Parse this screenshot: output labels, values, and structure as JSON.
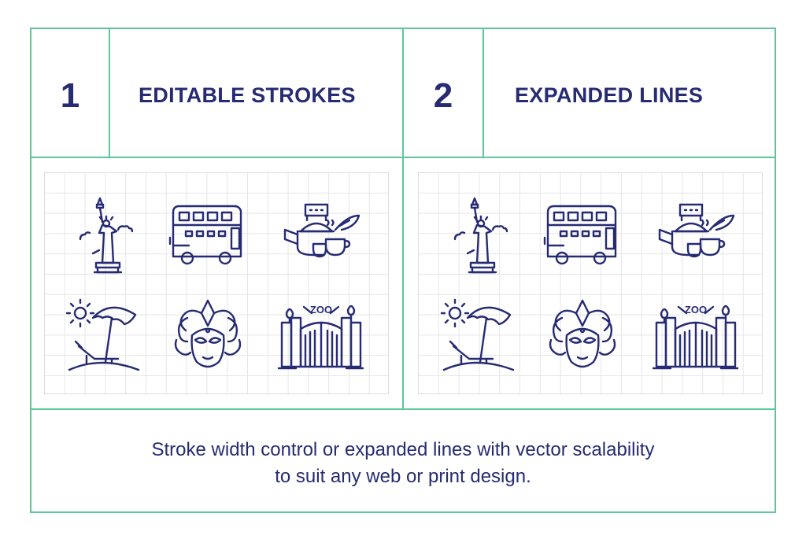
{
  "colors": {
    "border": "#5cc79a",
    "text": "#262b73",
    "grid": "#e6e6e6"
  },
  "sections": [
    {
      "number": "1",
      "title": "EDITABLE STROKES"
    },
    {
      "number": "2",
      "title": "EXPANDED LINES"
    }
  ],
  "icons": [
    "statue-of-liberty-icon",
    "double-decker-bus-icon",
    "tea-set-icon",
    "beach-umbrella-icon",
    "carnival-mask-icon",
    "zoo-gate-icon"
  ],
  "zoo_sign": "ZOO",
  "footer": {
    "line1": "Stroke width control or expanded lines with vector scalability",
    "line2": "to suit any web or print design."
  }
}
